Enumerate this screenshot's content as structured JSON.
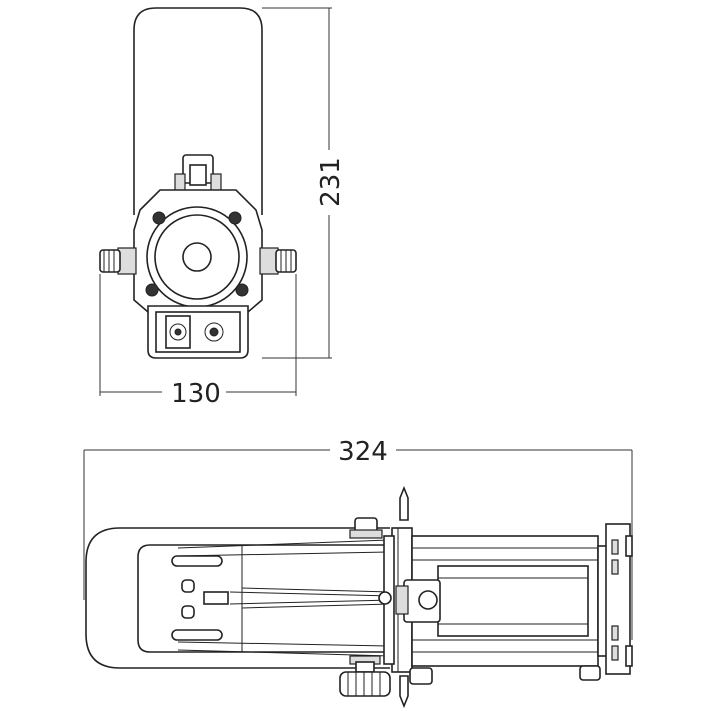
{
  "dimensions": {
    "height": "231",
    "width": "130",
    "length": "324"
  }
}
